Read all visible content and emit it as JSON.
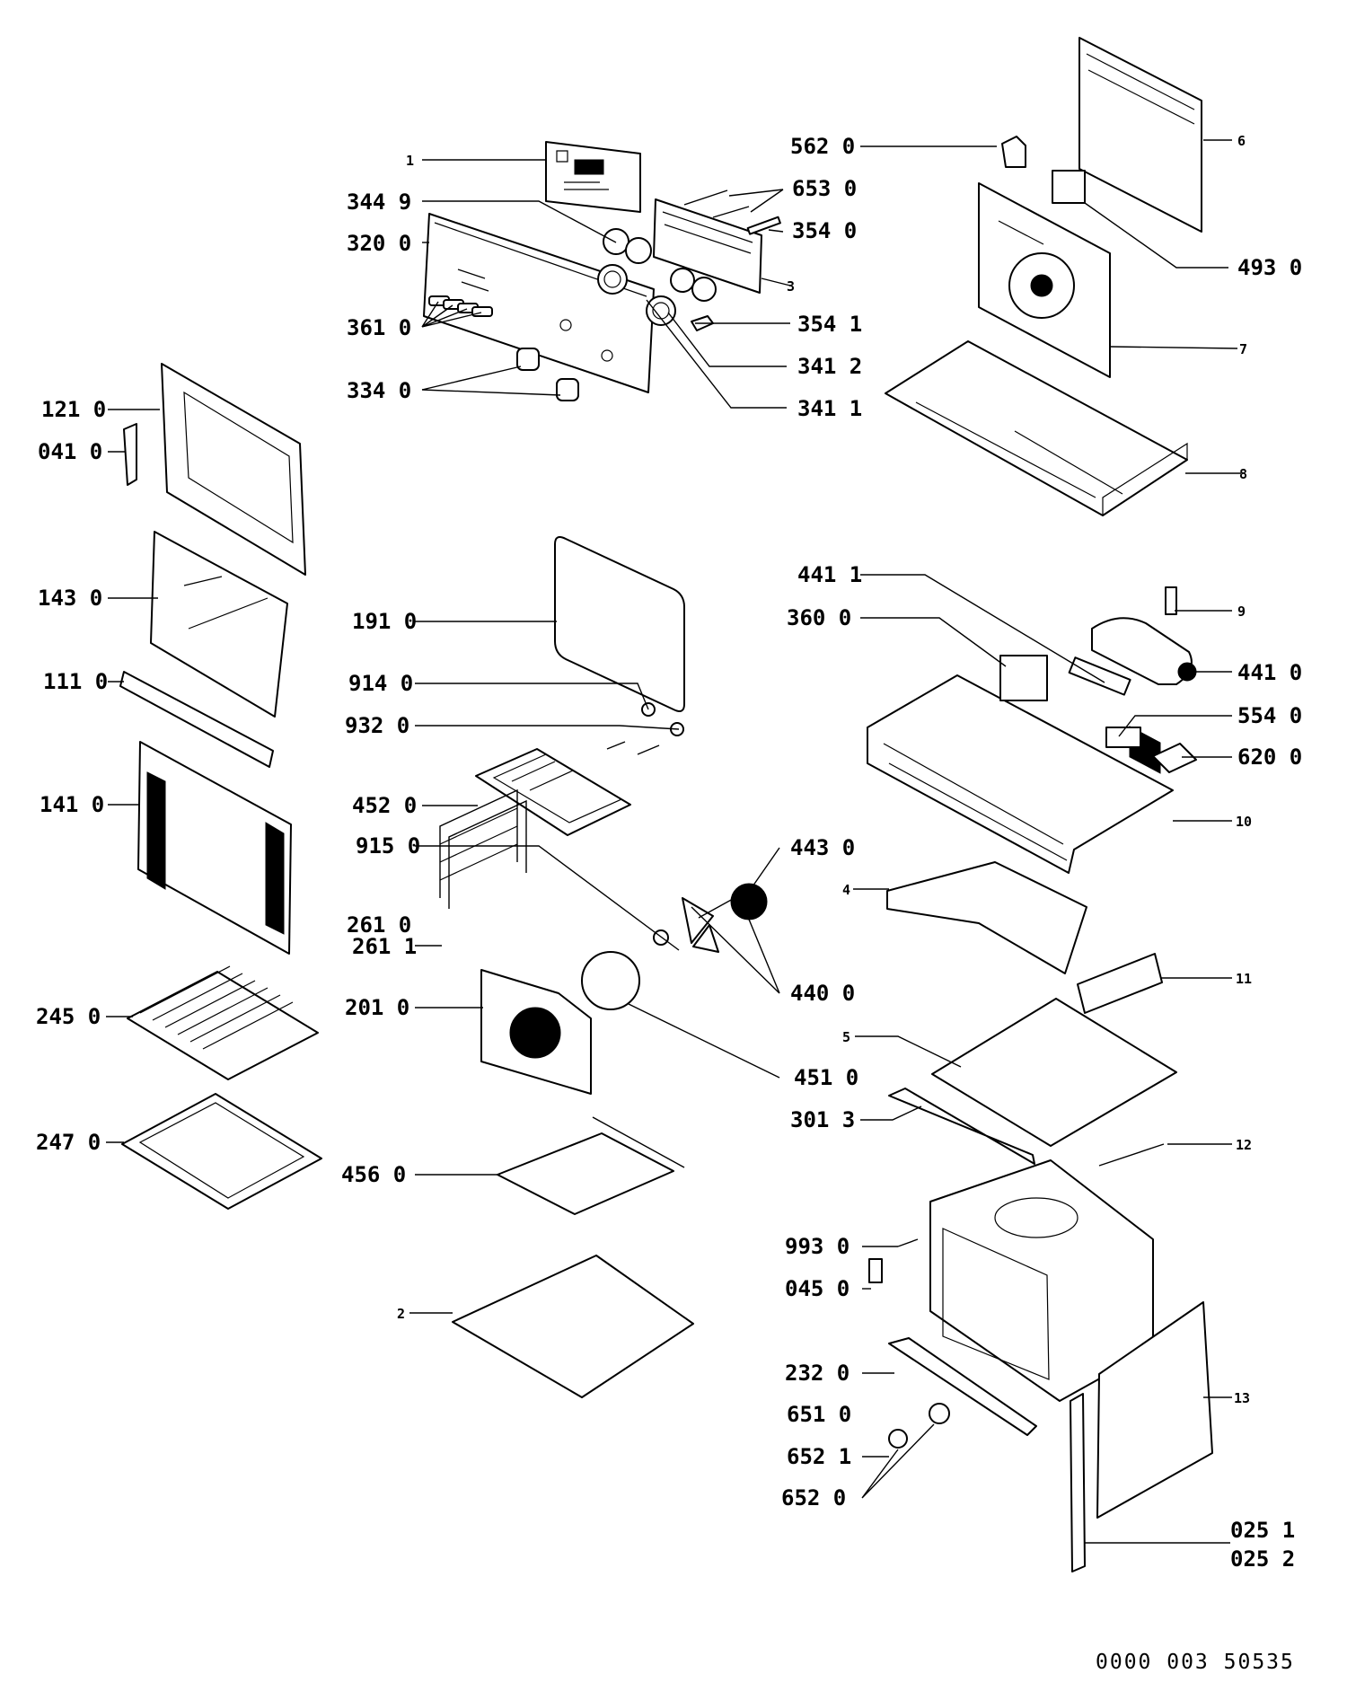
{
  "callouts": [
    {
      "code": "1",
      "w": 0
    },
    {
      "code": "344 9",
      "w": 0
    },
    {
      "code": "320 0",
      "w": 0
    },
    {
      "code": "361 0",
      "w": 0
    },
    {
      "code": "334 0",
      "w": 0
    },
    {
      "code": "562 0",
      "w": 0
    },
    {
      "code": "653 0",
      "w": 0
    },
    {
      "code": "354 0",
      "w": 0
    },
    {
      "code": "3",
      "w": 0
    },
    {
      "code": "354 1",
      "w": 0
    },
    {
      "code": "341 2",
      "w": 0
    },
    {
      "code": "341 1",
      "w": 0
    },
    {
      "code": "6",
      "w": 0
    },
    {
      "code": "493 0",
      "w": 0
    },
    {
      "code": "7",
      "w": 0
    },
    {
      "code": "8",
      "w": 0
    },
    {
      "code": "121 0",
      "w": 0
    },
    {
      "code": "041 0",
      "w": 0
    },
    {
      "code": "143 0",
      "w": 0
    },
    {
      "code": "111 0",
      "w": 0
    },
    {
      "code": "141 0",
      "w": 0
    },
    {
      "code": "245 0",
      "w": 0
    },
    {
      "code": "247 0",
      "w": 0
    },
    {
      "code": "191 0",
      "w": 0
    },
    {
      "code": "914 0",
      "w": 0
    },
    {
      "code": "932 0",
      "w": 0
    },
    {
      "code": "452 0",
      "w": 0
    },
    {
      "code": "915 0",
      "w": 0
    },
    {
      "code": "261 0",
      "w": 0
    },
    {
      "code": "261 1",
      "w": 0
    },
    {
      "code": "201 0",
      "w": 0
    },
    {
      "code": "456 0",
      "w": 0
    },
    {
      "code": "2",
      "w": 0
    },
    {
      "code": "443 0",
      "w": 0
    },
    {
      "code": "440 0",
      "w": 0
    },
    {
      "code": "451 0",
      "w": 0
    },
    {
      "code": "441 1",
      "w": 0
    },
    {
      "code": "360 0",
      "w": 0
    },
    {
      "code": "9",
      "w": 0
    },
    {
      "code": "441 0",
      "w": 0
    },
    {
      "code": "554 0",
      "w": 0
    },
    {
      "code": "620 0",
      "w": 0
    },
    {
      "code": "10",
      "w": 0
    },
    {
      "code": "4",
      "w": 0
    },
    {
      "code": "11",
      "w": 0
    },
    {
      "code": "5",
      "w": 0
    },
    {
      "code": "301 3",
      "w": 0
    },
    {
      "code": "12",
      "w": 0
    },
    {
      "code": "993 0",
      "w": 0
    },
    {
      "code": "045 0",
      "w": 0
    },
    {
      "code": "232 0",
      "w": 0
    },
    {
      "code": "651 0",
      "w": 0
    },
    {
      "code": "652 1",
      "w": 0
    },
    {
      "code": "652 0",
      "w": 0
    },
    {
      "code": "13",
      "w": 0
    },
    {
      "code": "025 1",
      "w": 0
    },
    {
      "code": "025 2",
      "w": 0
    }
  ],
  "document_number": "0000 003 50535"
}
